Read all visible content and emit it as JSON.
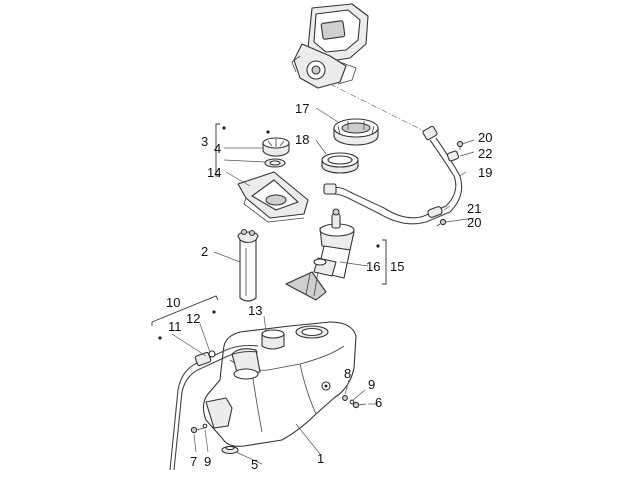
{
  "callouts": {
    "n1": "1",
    "n2": "2",
    "n3": "3",
    "n4": "4",
    "n5": "5",
    "n6": "6",
    "n7": "7",
    "n8": "8",
    "n9a": "9",
    "n9b": "9",
    "n10": "10",
    "n11": "11",
    "n12": "12",
    "n13": "13",
    "n14": "14",
    "n15": "15",
    "n16": "16",
    "n17": "17",
    "n18": "18",
    "n19": "19",
    "n20a": "20",
    "n20b": "20",
    "n21": "21",
    "n22": "22"
  },
  "colors": {
    "line": "#333333",
    "fill": "#ffffff",
    "shade": "#cfcfcf"
  }
}
